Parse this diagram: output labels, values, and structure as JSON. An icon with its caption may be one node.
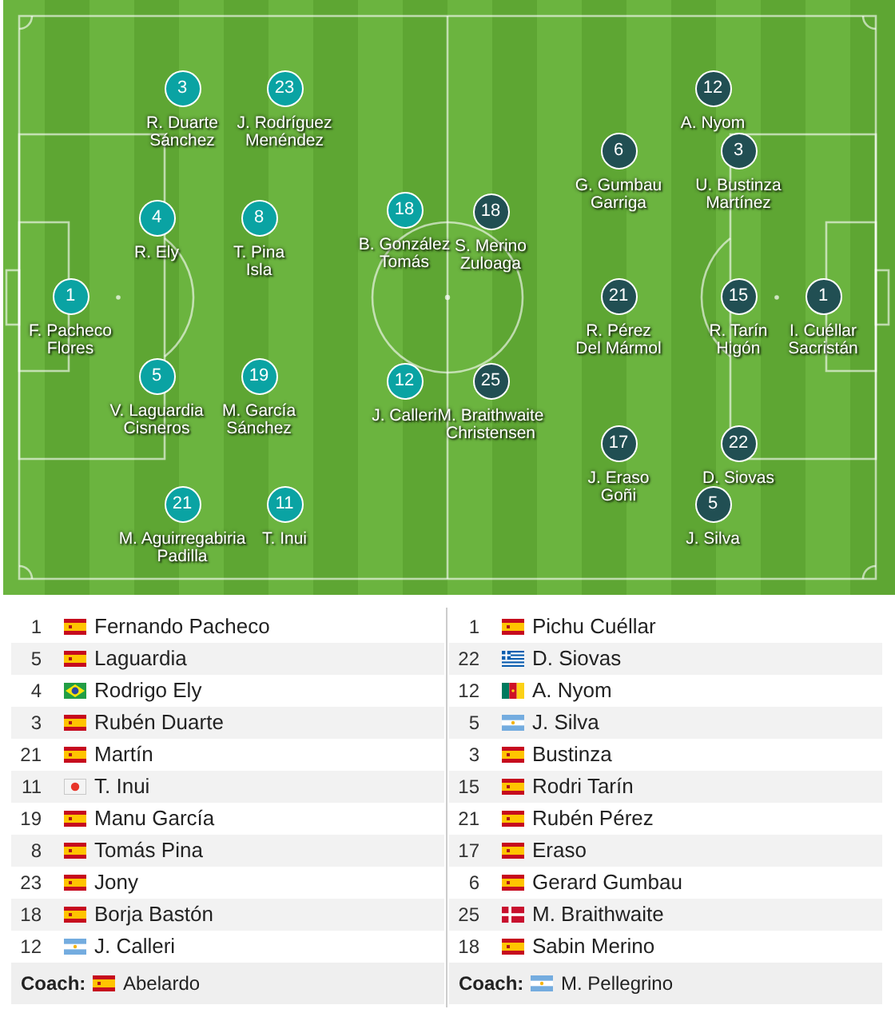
{
  "diagram": {
    "nodes": [
      {
        "text": [
          "1"
        ],
        "beside": [
          "F. Pacheco Flores"
        ]
      },
      {
        "text": [
          "3"
        ],
        "beside": [
          "R. Duarte Sánchez"
        ]
      },
      {
        "text": [
          "4"
        ],
        "beside": [
          "R. Ely"
        ]
      },
      {
        "text": [
          "5"
        ],
        "beside": [
          "V. Laguardia Cisneros"
        ]
      },
      {
        "text": [
          "21"
        ],
        "beside": [
          "M. Aguirregabiria Padilla"
        ]
      },
      {
        "text": [
          "23"
        ],
        "beside": [
          "J. Rodríguez Menéndez"
        ]
      },
      {
        "text": [
          "8"
        ],
        "beside": [
          "T. Pina Isla"
        ]
      },
      {
        "text": [
          "19"
        ],
        "beside": [
          "M. García Sánchez"
        ]
      },
      {
        "text": [
          "11"
        ],
        "beside": [
          "T. Inui"
        ]
      },
      {
        "text": [
          "18"
        ],
        "beside": [
          "B. González Tomás"
        ]
      },
      {
        "text": [
          "12"
        ],
        "beside": [
          "J. Calleri"
        ]
      },
      {
        "text": [
          "1"
        ],
        "beside": [
          "I. Cuéllar Sacristán"
        ]
      },
      {
        "text": [
          "12"
        ],
        "beside": [
          "A. Nyom"
        ]
      },
      {
        "text": [
          "3"
        ],
        "beside": [
          "U. Bustinza Martínez"
        ]
      },
      {
        "text": [
          "15"
        ],
        "beside": [
          "R. Tarín Higón"
        ]
      },
      {
        "text": [
          "22"
        ],
        "beside": [
          "D. Siovas"
        ]
      },
      {
        "text": [
          "5"
        ],
        "beside": [
          "J. Silva"
        ]
      },
      {
        "text": [
          "6"
        ],
        "beside": [
          "G. Gumbau Garriga"
        ]
      },
      {
        "text": [
          "21"
        ],
        "beside": [
          "R. Pérez Del Mármol"
        ]
      },
      {
        "text": [
          "17"
        ],
        "beside": [
          "J. Eraso Goñi"
        ]
      },
      {
        "text": [
          "18"
        ],
        "beside": [
          "S. Merino Zuloaga"
        ]
      },
      {
        "text": [
          "25"
        ],
        "beside": [
          "M. Braithwaite Christensen"
        ]
      }
    ],
    "labels": [
      "1",
      "Fernando Pacheco",
      "5",
      "Laguardia",
      "4",
      "Rodrigo Ely",
      "3",
      "Rubén Duarte",
      "21",
      "Martín",
      "11",
      "T. Inui",
      "19",
      "Manu García",
      "8",
      "Tomás Pina",
      "23",
      "Jony",
      "18",
      "Borja Bastón",
      "12",
      "J. Calleri",
      "Coach:",
      "Abelardo",
      "1",
      "Pichu Cuéllar",
      "22",
      "D. Siovas",
      "12",
      "A. Nyom",
      "5",
      "J. Silva",
      "3",
      "Bustinza",
      "15",
      "Rodri Tarín",
      "21",
      "Rubén Pérez",
      "17",
      "Eraso",
      "6",
      "Gerard Gumbau",
      "25",
      "M. Braithwaite",
      "18",
      "Sabin Merino",
      "Coach:",
      "M. Pellegrino"
    ]
  }
}
